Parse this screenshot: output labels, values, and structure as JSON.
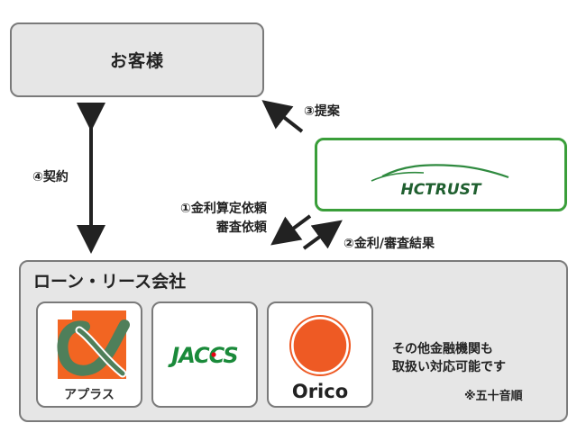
{
  "customer": {
    "label": "お客様"
  },
  "hctrust": {
    "logo_text": "HCTRUST"
  },
  "company": {
    "title": "ローン・リース会社",
    "other_institutions": [
      "その他金融機関も",
      "取扱い対応可能です"
    ],
    "footnote": "※五十音順"
  },
  "arrows": {
    "proposal": "③提案",
    "contract": "④契約",
    "request_lines": [
      "①金利算定依頼",
      "審査依頼"
    ],
    "result": "②金利/審査結果"
  },
  "logos": {
    "aplus": {
      "caption": "アプラス",
      "brand_color": "#f26522",
      "accent_green": "#4f7f5a"
    },
    "jaccs": {
      "text": "JACCS",
      "brand_color": "#1a8a3a",
      "dot_color": "#e60012"
    },
    "orico": {
      "text": "Orico",
      "brand_color": "#ee5a24"
    }
  },
  "colors": {
    "box_fill": "#e6e6e6",
    "box_border": "#7a7a7a",
    "hctrust_border": "#3a9e3a",
    "arrow": "#222222"
  }
}
